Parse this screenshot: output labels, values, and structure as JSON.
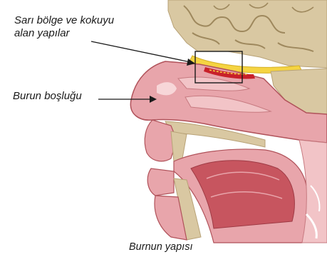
{
  "labels": {
    "olfactory_line1": "Sarı  bölge  ve  kokuyu",
    "olfactory_line2": "alan yapılar",
    "nasal_cavity": "Burun boşluğu"
  },
  "caption": "Burnun yapısı",
  "colors": {
    "bone_beige": "#d9c8a2",
    "bone_dark": "#b8a277",
    "mucosa_pink": "#e8a5ab",
    "mucosa_light": "#f2c4c7",
    "tissue_red": "#c7555f",
    "olfactory_yellow": "#f5d442",
    "olfactory_red": "#c8202a",
    "arrow_black": "#1a1a1a"
  }
}
